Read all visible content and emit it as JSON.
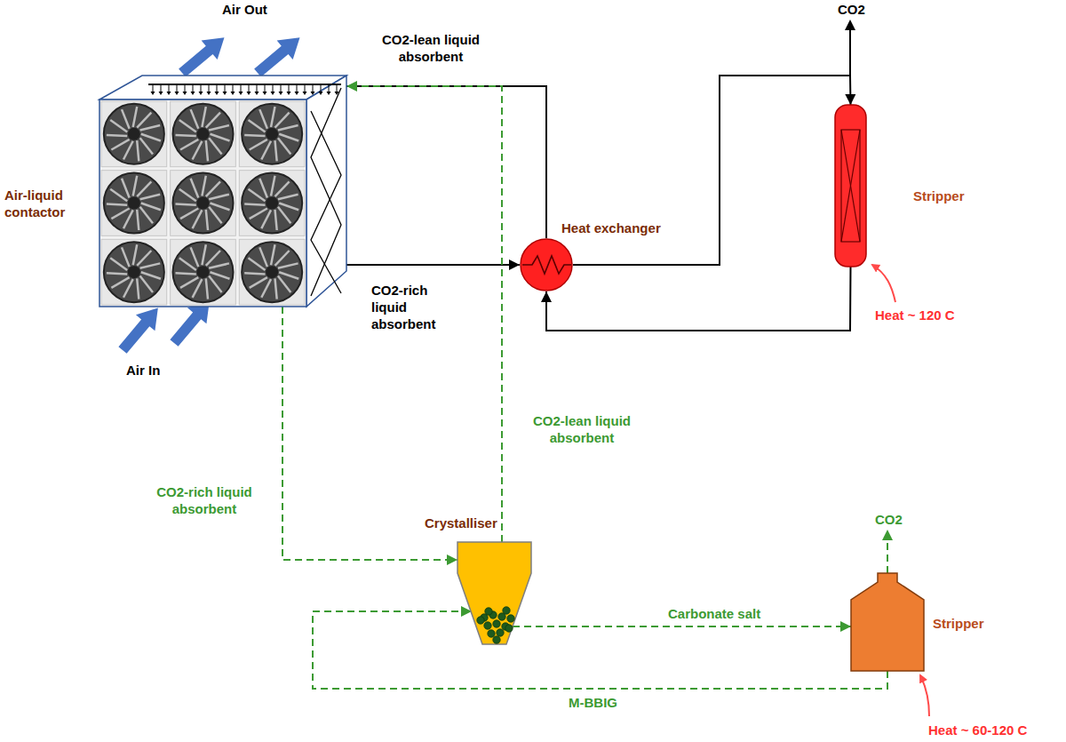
{
  "diagram": {
    "nodes": [
      {
        "text": [
          "Air-liquid contactor"
        ]
      },
      {
        "text": [
          "Heat exchanger"
        ]
      },
      {
        "text": [
          "Stripper"
        ]
      },
      {
        "text": [
          "Crystalliser"
        ]
      },
      {
        "text": [
          "Stripper"
        ]
      }
    ],
    "edges": [
      {
        "from": 0,
        "to": 1,
        "arrow": "to",
        "label": "CO2-rich liquid absorbent"
      },
      {
        "from": 1,
        "to": 2,
        "arrow": "to"
      },
      {
        "from": 2,
        "to": 1,
        "arrow": "to"
      },
      {
        "from": 1,
        "to": 0,
        "arrow": "none",
        "label": "CO2-lean liquid absorbent"
      },
      {
        "from": 0,
        "to": 3,
        "arrow": "to",
        "label": "CO2-rich liquid absorbent"
      },
      {
        "from": 3,
        "to": 0,
        "arrow": "to",
        "label": "CO2-lean liquid absorbent"
      },
      {
        "from": 3,
        "to": 4,
        "arrow": "to",
        "label": "Carbonate salt"
      },
      {
        "from": 4,
        "to": 3,
        "arrow": "to",
        "label": "M-BBIG"
      }
    ],
    "labels": [
      "Air Out",
      "Air In",
      "CO2",
      "Heat ~ 120 C",
      "CO2",
      "Heat ~ 60-120 C"
    ]
  }
}
